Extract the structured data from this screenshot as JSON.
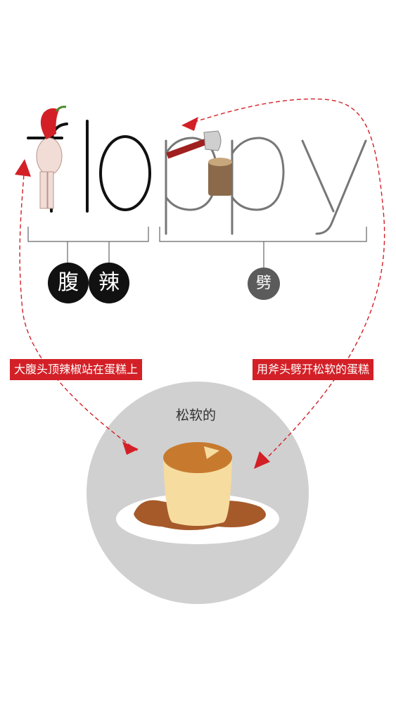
{
  "word": [
    "f",
    "l",
    "o",
    "p",
    "p",
    "y"
  ],
  "badges": {
    "fu": "腹",
    "la": "辣",
    "pi": "劈"
  },
  "tags": {
    "left": "大腹头顶辣椒站在蛋糕上",
    "right": "用斧头劈开松软的蛋糕"
  },
  "cake_caption": "松软的",
  "colors": {
    "accent": "#d32027",
    "badge_dark": "#111111",
    "badge_gray": "#5b5b5b",
    "plate_circle": "#d0d0d0"
  },
  "icons": [
    "chili-pepper-icon",
    "pudding-figure-icon",
    "axe-icon",
    "wood-stump-icon",
    "pudding-cake-icon",
    "arrow-icon"
  ]
}
